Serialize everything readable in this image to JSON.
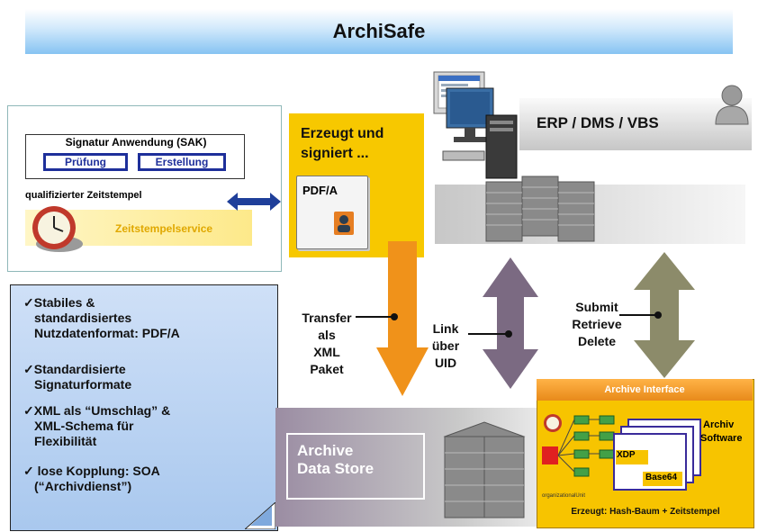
{
  "title": "ArchiSafe",
  "signature": {
    "heading": "Signatur Anwendung (SAK)",
    "btn_pruefung": "Prüfung",
    "btn_erstellung": "Erstellung",
    "qualified_label": "qualifizierter Zeitstempel",
    "service_label": "Zeitstempelservice"
  },
  "erzeugt": {
    "line1": "Erzeugt und",
    "line2": "signiert ...",
    "doc_label": "PDF/A"
  },
  "erp": {
    "label": "ERP / DMS / VBS"
  },
  "transfer": {
    "l1": "Transfer",
    "l2": "als",
    "l3": "XML",
    "l4": "Paket"
  },
  "link": {
    "l1": "Link",
    "l2": "über",
    "l3": "UID"
  },
  "submit": {
    "l1": "Submit",
    "l2": "Retrieve",
    "l3": "Delete"
  },
  "bullets": {
    "b1_l1": "Stabiles &",
    "b1_l2": "standardisiertes",
    "b1_l3": "Nutzdatenformat: PDF/A",
    "b2_l1": "Standardisierte",
    "b2_l2": "Signaturformate",
    "b3_l1": "XML als “Umschlag” &",
    "b3_l2": "XML-Schema für",
    "b3_l3": "Flexibilität",
    "b4_l1": "lose Kopplung: SOA",
    "b4_l2": "(“Archivdienst”)",
    "check": "✓"
  },
  "store": {
    "l1": "Archive",
    "l2": "Data Store"
  },
  "archive_interface": {
    "header": "Archive Interface",
    "software_l1": "Archiv",
    "software_l2": "Software",
    "xdp": "XDP",
    "base64": "Base64",
    "org_label": "organizationalUnit",
    "footer": "Erzeugt: Hash-Baum + Zeitstempel"
  },
  "colors": {
    "yellow": "#f7c800",
    "orange_arrow": "#f0921a",
    "purple_arrow": "#7b6a82",
    "olive_arrow": "#8c8b6a",
    "blue_arrow": "#1f3f9a"
  }
}
